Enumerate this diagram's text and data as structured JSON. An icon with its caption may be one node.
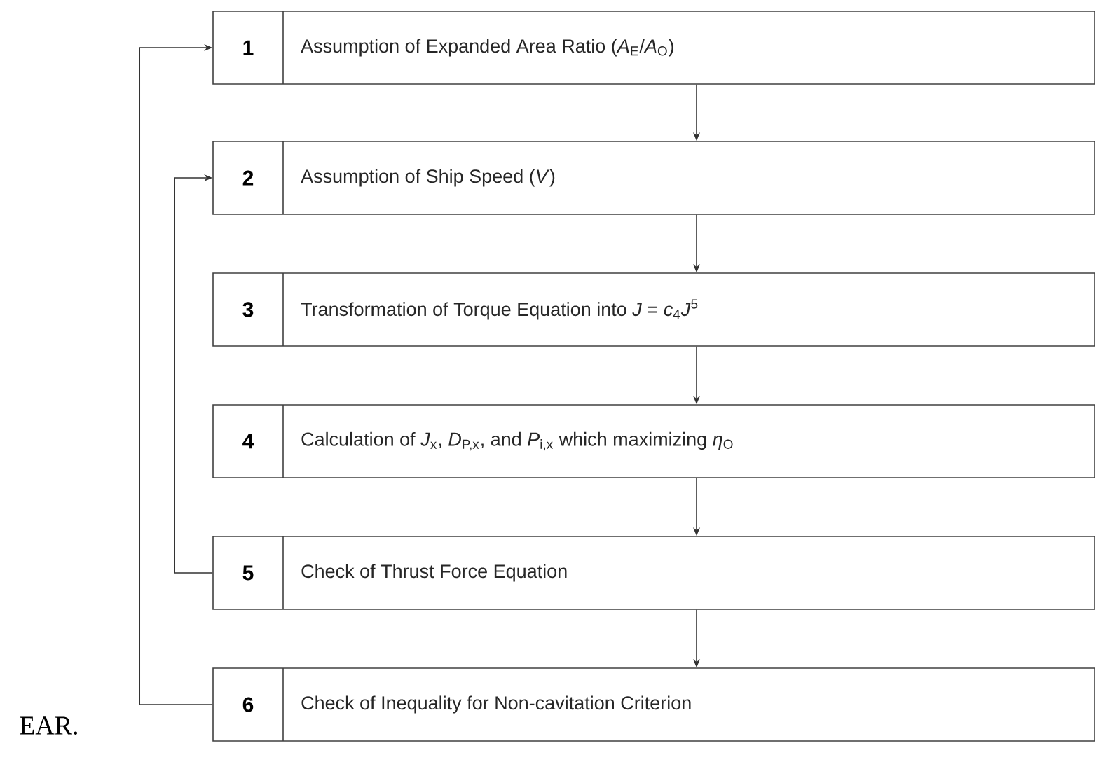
{
  "diagram": {
    "nodes": [
      {
        "text": [
          "1",
          "Assumption of Expanded Area Ratio (*A*$_{E}$/*A*$_{O}$)"
        ]
      },
      {
        "text": [
          "2",
          "Assumption of Ship Speed (*V*)"
        ]
      },
      {
        "text": [
          "3",
          "Transformation of Torque Equation into *J* = *c*$_{4}$*J*$^{5}$"
        ]
      },
      {
        "text": [
          "4",
          "Calculation of *J*$_{x}$, *D*$_{P,x}$, and *P*$_{i,x}$ which maximizing *η*$_{O}$"
        ]
      },
      {
        "text": [
          "5",
          "Check of Thrust Force Equation"
        ]
      },
      {
        "text": [
          "6",
          "Check of Inequality for Non-cavitation Criterion"
        ]
      }
    ],
    "edges": [
      {
        "from": 0,
        "to": 1,
        "arrow": "to"
      },
      {
        "from": 1,
        "to": 2,
        "arrow": "to"
      },
      {
        "from": 2,
        "to": 3,
        "arrow": "to"
      },
      {
        "from": 3,
        "to": 4,
        "arrow": "to"
      },
      {
        "from": 4,
        "to": 5,
        "arrow": "to"
      },
      {
        "from": 4,
        "to": 1,
        "arrow": "to"
      },
      {
        "from": 5,
        "to": 0,
        "arrow": "to"
      }
    ],
    "labels": [
      "EAR."
    ]
  }
}
